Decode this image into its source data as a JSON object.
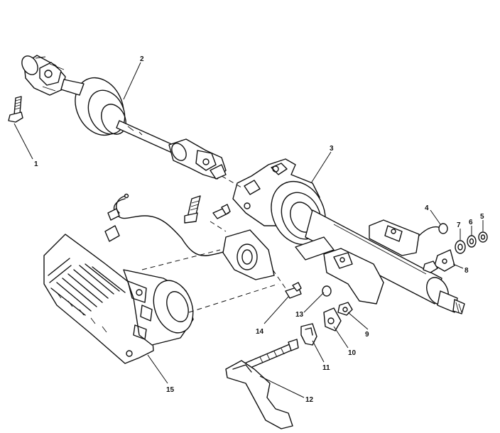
{
  "callouts": [
    {
      "id": "c1",
      "text": "1"
    },
    {
      "id": "c2",
      "text": "2"
    },
    {
      "id": "c3",
      "text": "3"
    },
    {
      "id": "c4",
      "text": "4"
    },
    {
      "id": "c5",
      "text": "5"
    },
    {
      "id": "c6",
      "text": "6"
    },
    {
      "id": "c7",
      "text": "7"
    },
    {
      "id": "c8",
      "text": "8"
    },
    {
      "id": "c9",
      "text": "9"
    },
    {
      "id": "c10",
      "text": "10"
    },
    {
      "id": "c11",
      "text": "11"
    },
    {
      "id": "c12",
      "text": "12"
    },
    {
      "id": "c13",
      "text": "13"
    },
    {
      "id": "c14",
      "text": "14"
    },
    {
      "id": "c15",
      "text": "15"
    }
  ]
}
